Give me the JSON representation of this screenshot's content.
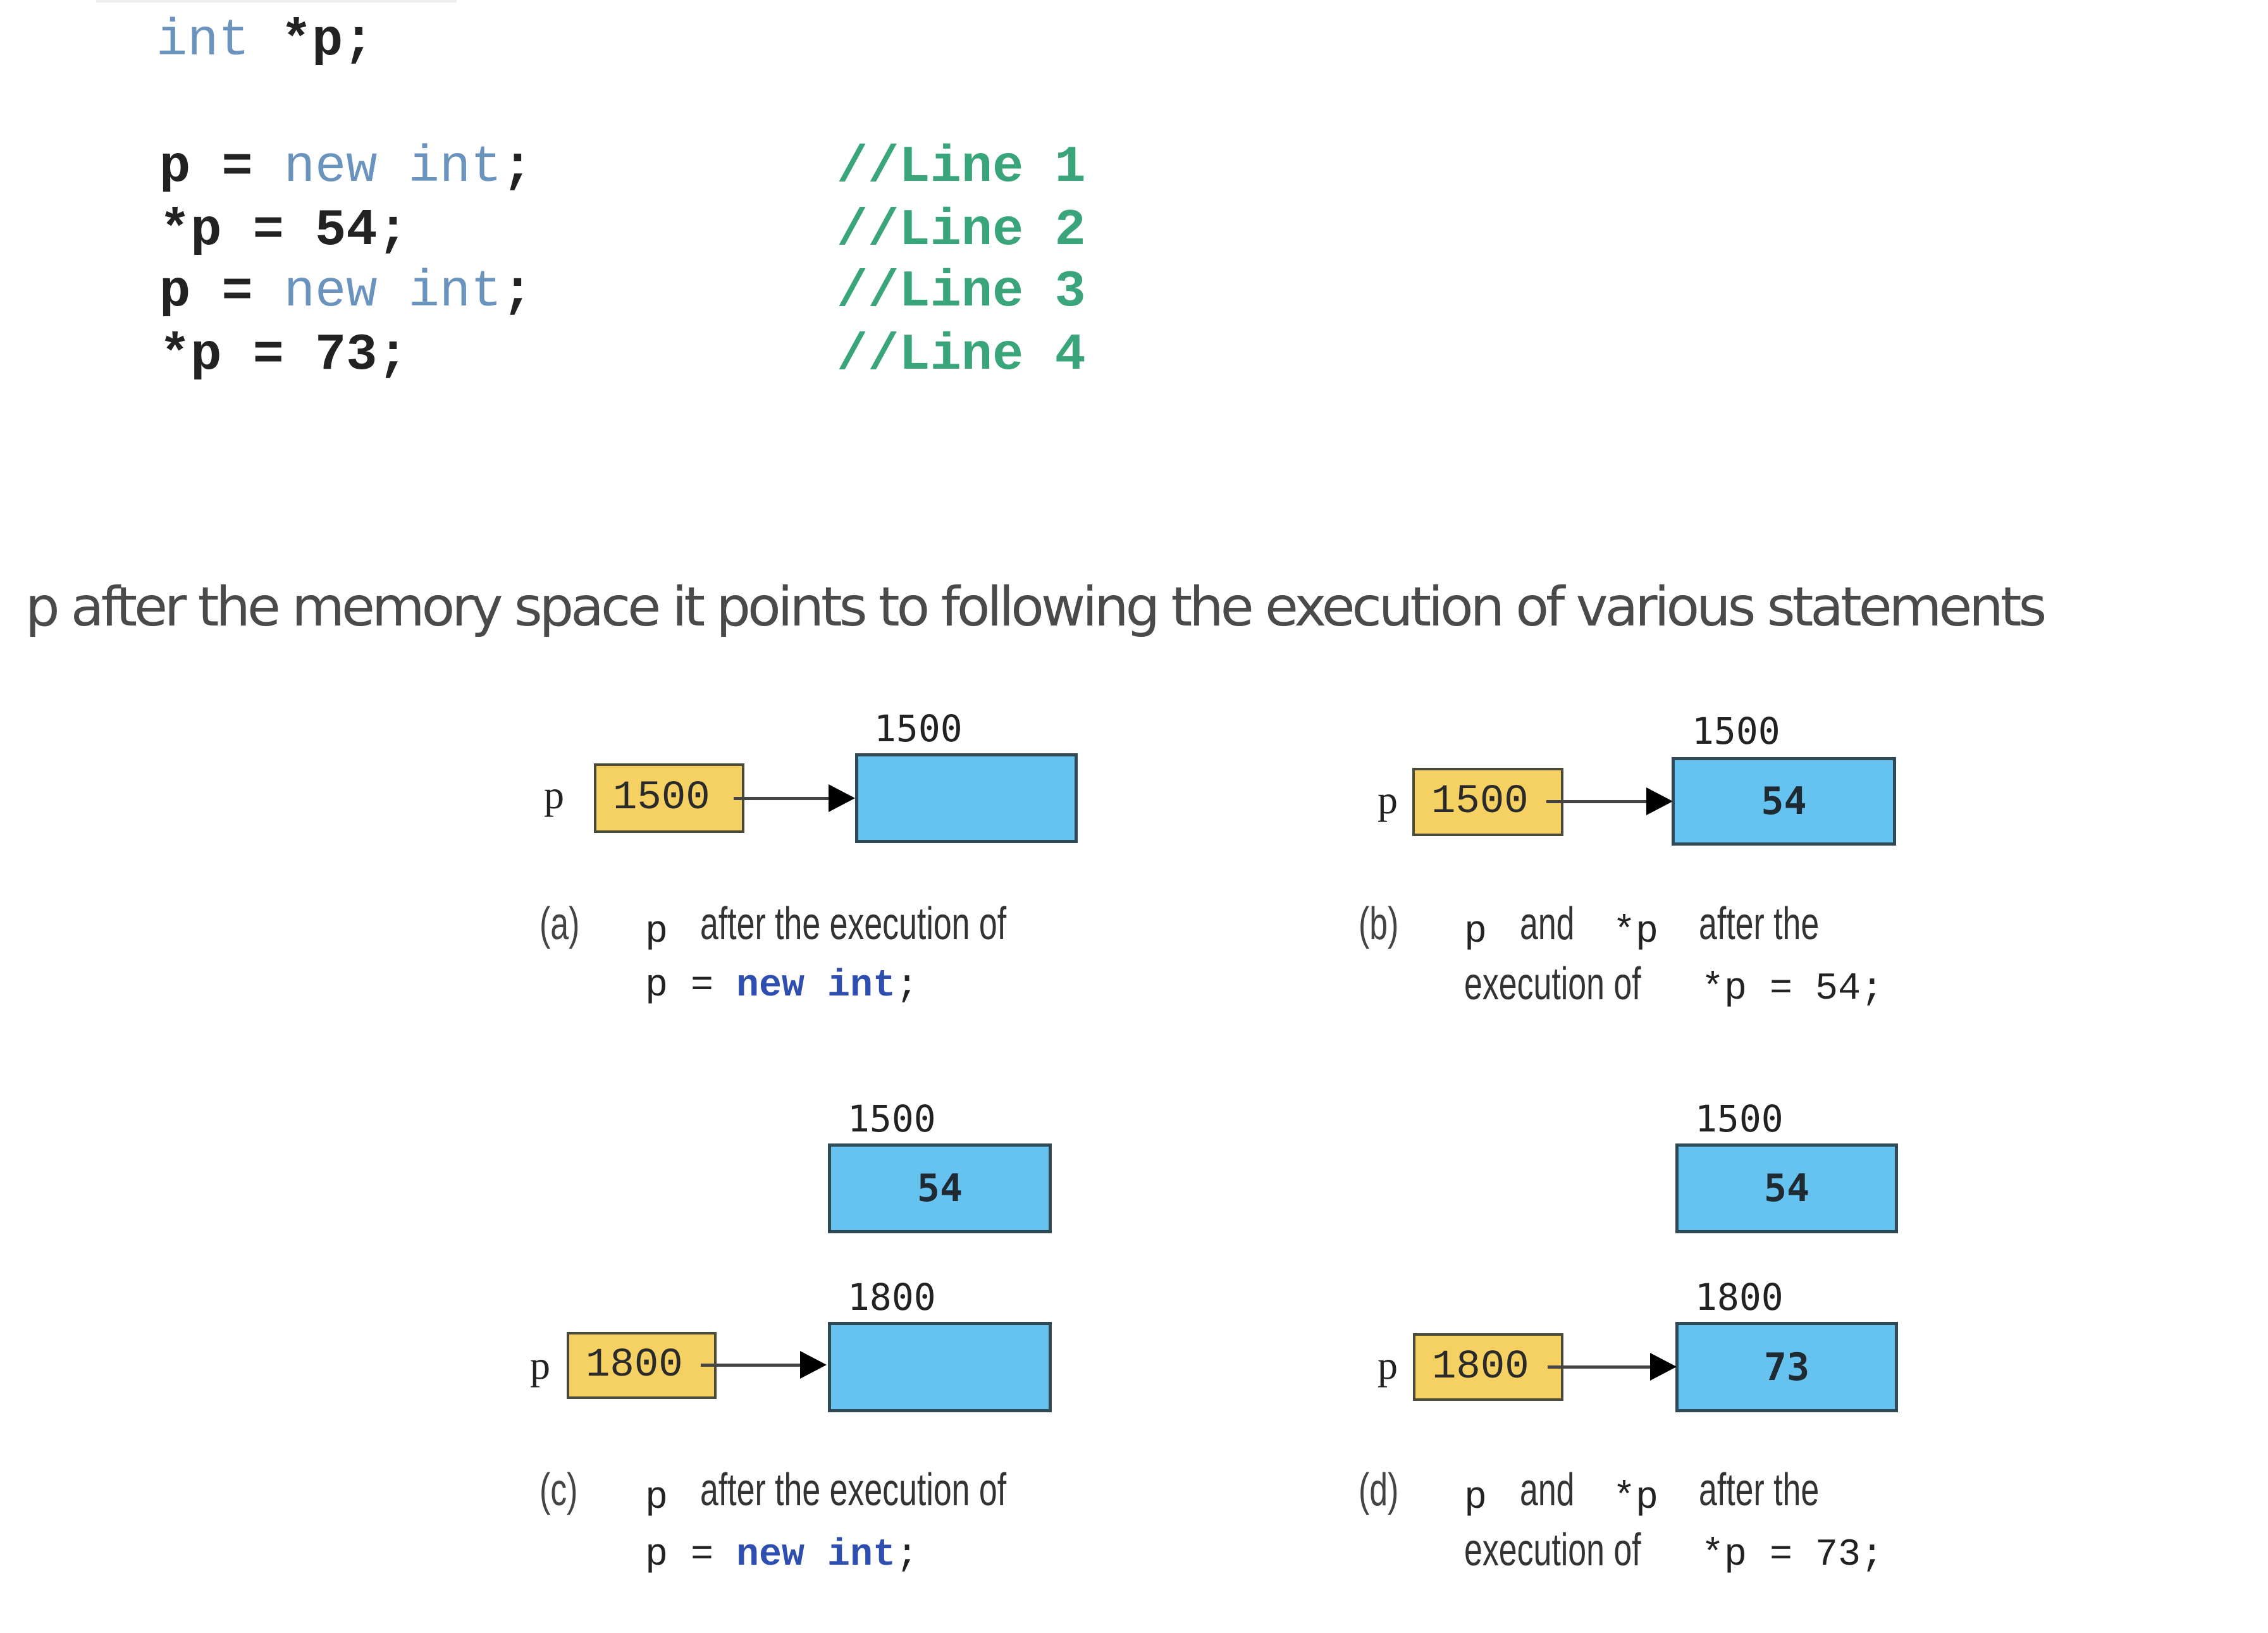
{
  "code": {
    "declaration": {
      "type_kw": "int",
      "rest": " *p;"
    },
    "lines": [
      {
        "lhs": "p = ",
        "kw": "new int",
        "rhs": ";",
        "comment": "//Line 1"
      },
      {
        "lhs": "*p = 54;",
        "kw": "",
        "rhs": "",
        "comment": "//Line 2"
      },
      {
        "lhs": "p = ",
        "kw": "new int",
        "rhs": ";",
        "comment": "//Line 3"
      },
      {
        "lhs": "*p = 73;",
        "kw": "",
        "rhs": "",
        "comment": "//Line 4"
      }
    ]
  },
  "figure_caption": "p after the memory space it points to following the execution of various statements",
  "colors": {
    "pointer_box": "#f5d063",
    "memory_box": "#66c2ef",
    "keyword_code": "#6a93be",
    "keyword_caption": "#2f4fb0",
    "comment": "#3aa57a"
  },
  "panels": {
    "a": {
      "tag": "(a)",
      "pointer_name": "p",
      "pointer_value": "1500",
      "cells": [
        {
          "address": "1500",
          "value": ""
        }
      ],
      "caption_line1": {
        "code": "p",
        "text": "after the execution of"
      },
      "caption_line2": {
        "lhs": "p = ",
        "kw": "new int",
        "rhs": ";"
      }
    },
    "b": {
      "tag": "(b)",
      "pointer_name": "p",
      "pointer_value": "1500",
      "cells": [
        {
          "address": "1500",
          "value": "54"
        }
      ],
      "caption_line1": {
        "code1": "p",
        "and": "and",
        "code2": "*p",
        "text": "after the"
      },
      "caption_line2": {
        "text": "execution of",
        "code": "*p = 54;"
      }
    },
    "c": {
      "tag": "(c)",
      "pointer_name": "p",
      "pointer_value": "1800",
      "cells": [
        {
          "address": "1500",
          "value": "54"
        },
        {
          "address": "1800",
          "value": ""
        }
      ],
      "caption_line1": {
        "code": "p",
        "text": "after the execution of"
      },
      "caption_line2": {
        "lhs": "p = ",
        "kw": "new int",
        "rhs": ";"
      }
    },
    "d": {
      "tag": "(d)",
      "pointer_name": "p",
      "pointer_value": "1800",
      "cells": [
        {
          "address": "1500",
          "value": "54"
        },
        {
          "address": "1800",
          "value": "73"
        }
      ],
      "caption_line1": {
        "code1": "p",
        "and": "and",
        "code2": "*p",
        "text": "after the"
      },
      "caption_line2": {
        "text": "execution of",
        "code": "*p = 73;"
      }
    }
  }
}
